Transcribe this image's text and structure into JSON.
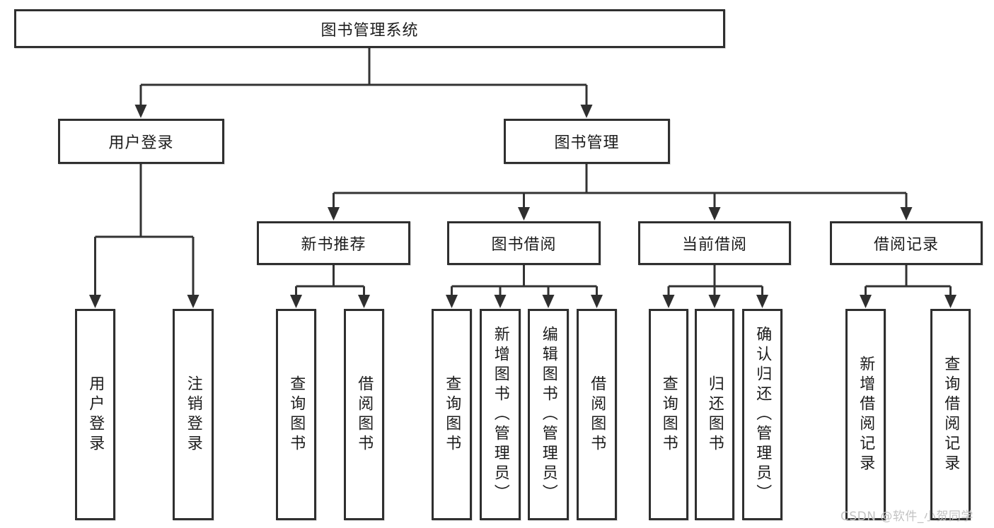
{
  "diagram": {
    "title_node": "图书管理系统",
    "type": "tree",
    "nodes": {
      "root": "图书管理系统",
      "user_login": "用户登录",
      "book_management": "图书管理",
      "new_book_recommend": "新书推荐",
      "book_borrow": "图书借阅",
      "current_borrow": "当前借阅",
      "borrow_records": "借阅记录",
      "leaf_user_login": "用户登录",
      "leaf_logout": "注销登录",
      "leaf_query_books_1": "查询图书",
      "leaf_borrow_books_1": "借阅图书",
      "leaf_query_books_2": "查询图书",
      "leaf_add_book_admin": "新增图书（管理员）",
      "leaf_edit_book_admin": "编辑图书（管理员）",
      "leaf_borrow_books_2": "借阅图书",
      "leaf_query_books_3": "查询图书",
      "leaf_return_book": "归还图书",
      "leaf_confirm_return_admin": "确认归还（管理员）",
      "leaf_add_borrow_record": "新增借阅记录",
      "leaf_query_borrow_record": "查询借阅记录"
    },
    "edges": [
      [
        "root",
        "user_login"
      ],
      [
        "root",
        "book_management"
      ],
      [
        "user_login",
        "leaf_user_login"
      ],
      [
        "user_login",
        "leaf_logout"
      ],
      [
        "book_management",
        "new_book_recommend"
      ],
      [
        "book_management",
        "book_borrow"
      ],
      [
        "book_management",
        "current_borrow"
      ],
      [
        "book_management",
        "borrow_records"
      ],
      [
        "new_book_recommend",
        "leaf_query_books_1"
      ],
      [
        "new_book_recommend",
        "leaf_borrow_books_1"
      ],
      [
        "book_borrow",
        "leaf_query_books_2"
      ],
      [
        "book_borrow",
        "leaf_add_book_admin"
      ],
      [
        "book_borrow",
        "leaf_edit_book_admin"
      ],
      [
        "book_borrow",
        "leaf_borrow_books_2"
      ],
      [
        "current_borrow",
        "leaf_query_books_3"
      ],
      [
        "current_borrow",
        "leaf_return_book"
      ],
      [
        "current_borrow",
        "leaf_confirm_return_admin"
      ],
      [
        "borrow_records",
        "leaf_add_borrow_record"
      ],
      [
        "borrow_records",
        "leaf_query_borrow_record"
      ]
    ],
    "colors": {
      "line": "#333333",
      "box_border": "#2f2f2f",
      "box_fill": "#ffffff",
      "text": "#1c1c1c",
      "watermark": "#c3c3c3"
    }
  },
  "watermark": "CSDN @软件_小贺同学"
}
